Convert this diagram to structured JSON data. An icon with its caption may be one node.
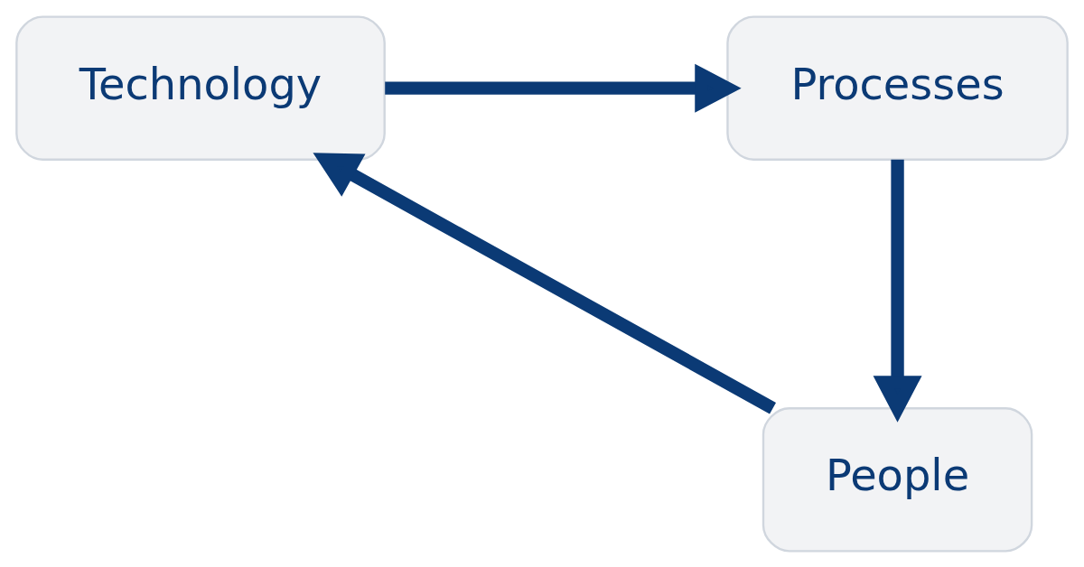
{
  "diagram": {
    "nodes": [
      {
        "text": [
          "Technology"
        ]
      },
      {
        "text": [
          "Processes"
        ]
      },
      {
        "text": [
          "People"
        ]
      }
    ],
    "edges": [
      {
        "from": 0,
        "to": 1,
        "arrow": "to"
      },
      {
        "from": 1,
        "to": 2,
        "arrow": "to"
      },
      {
        "from": 2,
        "to": 0,
        "arrow": "to"
      }
    ]
  }
}
